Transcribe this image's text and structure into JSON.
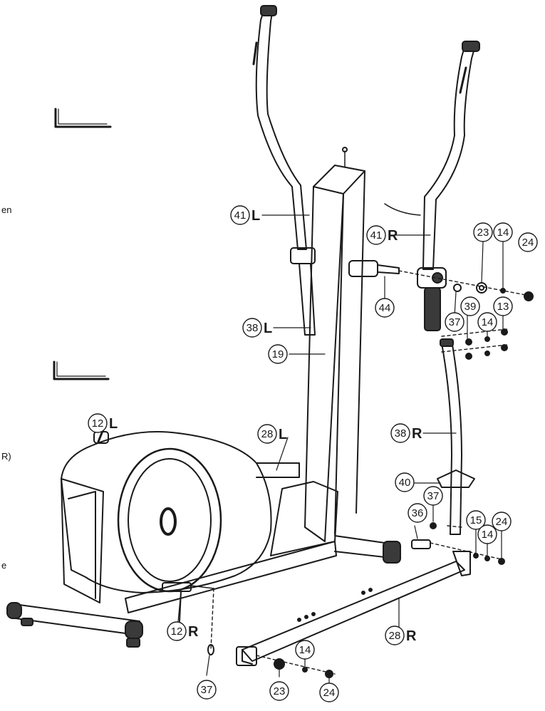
{
  "colors": {
    "ink": "#1a1a1a",
    "fill": "#3a3a3a",
    "paper": "#ffffff"
  },
  "page_fragments": [
    "en",
    "R)",
    "e"
  ],
  "callouts": [
    {
      "num": "41",
      "suffix": "L"
    },
    {
      "num": "41",
      "suffix": "R"
    },
    {
      "num": "23",
      "suffix": ""
    },
    {
      "num": "14",
      "suffix": ""
    },
    {
      "num": "24",
      "suffix": ""
    },
    {
      "num": "44",
      "suffix": ""
    },
    {
      "num": "37",
      "suffix": ""
    },
    {
      "num": "38",
      "suffix": "L"
    },
    {
      "num": "39",
      "suffix": ""
    },
    {
      "num": "14",
      "suffix": ""
    },
    {
      "num": "13",
      "suffix": ""
    },
    {
      "num": "19",
      "suffix": ""
    },
    {
      "num": "12",
      "suffix": "L"
    },
    {
      "num": "28",
      "suffix": "L"
    },
    {
      "num": "38",
      "suffix": "R"
    },
    {
      "num": "40",
      "suffix": ""
    },
    {
      "num": "37",
      "suffix": ""
    },
    {
      "num": "36",
      "suffix": ""
    },
    {
      "num": "15",
      "suffix": ""
    },
    {
      "num": "14",
      "suffix": ""
    },
    {
      "num": "24",
      "suffix": ""
    },
    {
      "num": "12",
      "suffix": "R"
    },
    {
      "num": "28",
      "suffix": "R"
    },
    {
      "num": "14",
      "suffix": ""
    },
    {
      "num": "37",
      "suffix": ""
    },
    {
      "num": "23",
      "suffix": ""
    },
    {
      "num": "24",
      "suffix": ""
    }
  ]
}
